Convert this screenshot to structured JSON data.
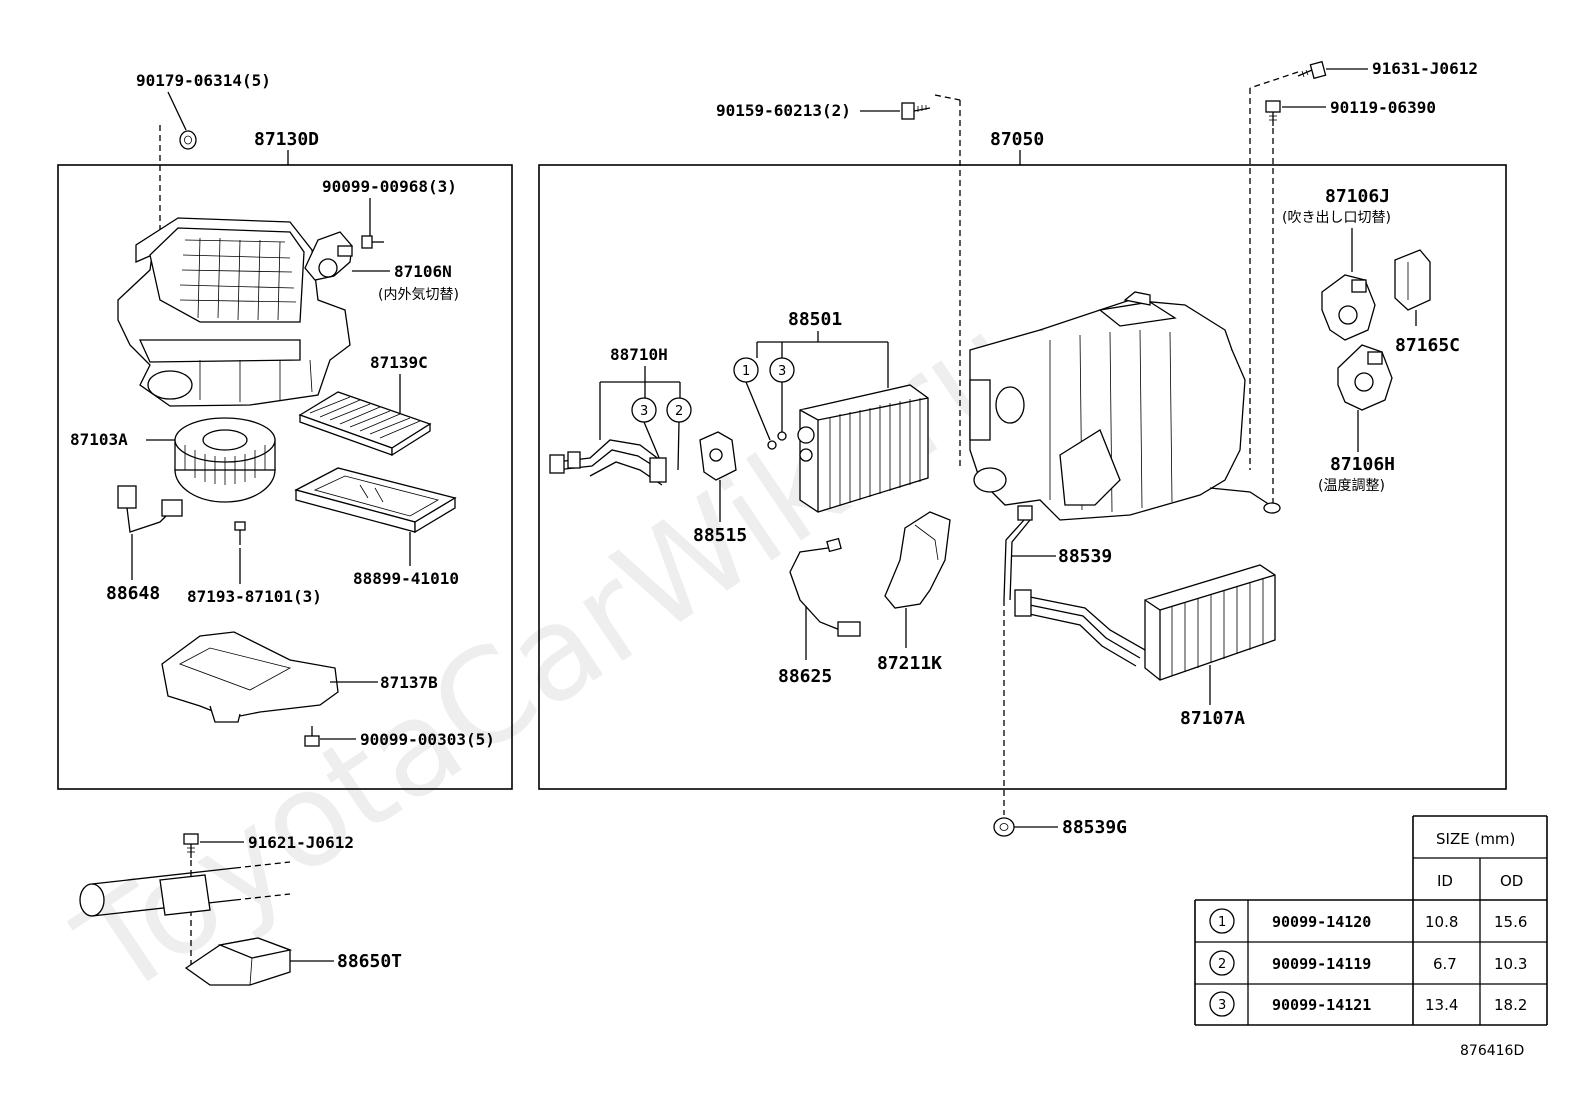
{
  "watermark": "ToyotaCarWiki.ru",
  "top_labels": {
    "bolt_90179": "90179-06314(5)",
    "group_left": "87130D",
    "screw_90159": "90159-60213(2)",
    "group_right": "87050",
    "bolt_91631": "91631-J0612",
    "bolt_90119": "90119-06390"
  },
  "left_box": {
    "screw_90099_00968": "90099-00968(3)",
    "servo_87106N": "87106N",
    "servo_87106N_sub": "(内外気切替)",
    "filter_87139C": "87139C",
    "blower_87103A": "87103A",
    "harness_88648": "88648",
    "screw_87193": "87193-87101(3)",
    "frame_88899": "88899-41010",
    "case_87137B": "87137B",
    "screw_90099_00303": "90099-00303(5)"
  },
  "right_box": {
    "evap_88501": "88501",
    "tube_88710H": "88710H",
    "valve_88515": "88515",
    "sensor_88625": "88625",
    "duct_87211K": "87211K",
    "hose_88539": "88539",
    "core_87107A": "87107A",
    "servo_87106J": "87106J",
    "servo_87106J_sub": "(吹き出し口切替)",
    "resistor_87165C": "87165C",
    "servo_87106H": "87106H",
    "servo_87106H_sub": "(温度調整)",
    "callouts": [
      "1",
      "3",
      "3",
      "2"
    ]
  },
  "bottom": {
    "grommet_88539G": "88539G",
    "bolt_91621": "91621-J0612",
    "amp_88650T": "88650T"
  },
  "size_table": {
    "header": "SIZE (mm)",
    "col_id": "ID",
    "col_od": "OD",
    "rows": [
      {
        "ref": "1",
        "part": "90099-14120",
        "id": "10.8",
        "od": "15.6"
      },
      {
        "ref": "2",
        "part": "90099-14119",
        "id": "6.7",
        "od": "10.3"
      },
      {
        "ref": "3",
        "part": "90099-14121",
        "id": "13.4",
        "od": "18.2"
      }
    ]
  },
  "figure_ref": "876416D"
}
